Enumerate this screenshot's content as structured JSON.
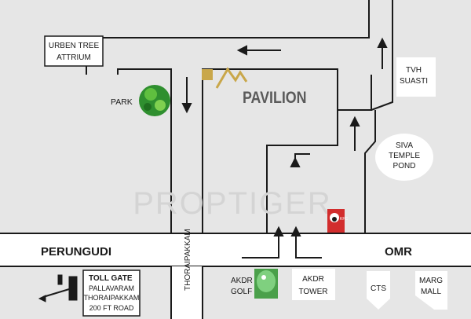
{
  "map": {
    "background": "#e6e6e6",
    "road_color": "#ffffff",
    "line_color": "#1a1a1a"
  },
  "roads": {
    "perungudi": "PERUNGUDI",
    "omr": "OMR",
    "thoraipakkam": "THORAIPAKKAM"
  },
  "landmarks": {
    "urben_tree_line1": "URBEN TREE",
    "urben_tree_line2": "ATTRIUM",
    "park": "PARK",
    "tvh_line1": "TVH",
    "tvh_line2": "SUASTI",
    "siva_line1": "SIVA",
    "siva_line2": "TEMPLE",
    "siva_line3": "POND",
    "toll_line1": "TOLL GATE",
    "toll_line2": "PALLAVARAM",
    "toll_line3": "THORAIPAKKAM",
    "toll_line4": "200 FT ROAD",
    "akdr_golf_line1": "AKDR",
    "akdr_golf_line2": "GOLF",
    "akdr_tower_line1": "AKDR",
    "akdr_tower_line2": "TOWER",
    "cts": "CTS",
    "marg_line1": "MARG",
    "marg_line2": "MALL",
    "kfc": "KFC"
  },
  "project": {
    "name": "PAVILION",
    "logo_color": "#c9a74a",
    "name_color": "#5a5a5a"
  },
  "watermark": "PROPTIGER"
}
